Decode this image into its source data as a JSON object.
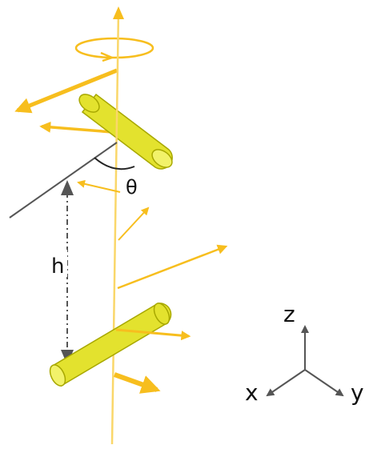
{
  "labels": {
    "theta": "θ",
    "height": "h",
    "axis_z": "z",
    "axis_x": "x",
    "axis_y": "y"
  },
  "colors": {
    "arrow": "#F7BE1E",
    "axis_line": "#FAD76A",
    "rod_fill": "#E3E22E",
    "rod_stroke": "#A8A800",
    "rod_highlight": "#F2F26A",
    "dark": "#555555",
    "text": "#111111"
  },
  "icons": {
    "rotation": "rotation-ellipse-icon",
    "coordinate_triad": "xyz-axes-icon"
  }
}
